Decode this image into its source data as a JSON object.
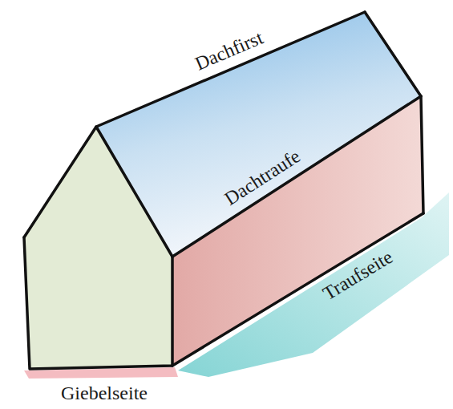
{
  "diagram": {
    "labels": [
      "Dachfirst",
      "Dachtraufe",
      "Traufseite",
      "Giebelseite"
    ]
  }
}
